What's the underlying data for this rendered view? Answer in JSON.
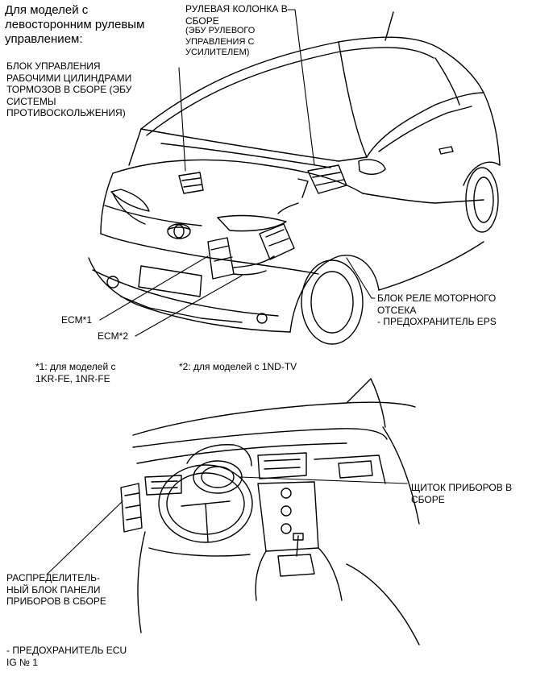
{
  "title": "Для моделей с\nлевосторонним рулевым\nуправлением:",
  "labels": {
    "steering_column": "РУЛЕВАЯ КОЛОНКА В\nСБОРЕ",
    "steering_column_sub": "(ЭБУ РУЛЕВОГО\nУПРАВЛЕНИЯ С\nУСИЛИТЕЛЕМ)",
    "brake_actuator": "БЛОК УПРАВЛЕНИЯ\nРАБОЧИМИ ЦИЛИНДРАМИ\nТОРМОЗОВ В СБОРЕ (ЭБУ\nСИСТЕМЫ\nПРОТИВОСКОЛЬЖЕНИЯ)",
    "engine_relay_block": "БЛОК РЕЛЕ МОТОРНОГО\nОТСЕКА\n- ПРЕДОХРАНИТЕЛЬ EPS",
    "ecm1": "ECM*1",
    "ecm2": "ECM*2",
    "footnote1": "*1: для моделей с\n1KR-FE, 1NR-FE",
    "footnote2": "*2: для моделей с 1ND-TV",
    "instrument_cluster": "ЩИТОК ПРИБОРОВ В\nСБОРЕ",
    "junction_block": "РАСПРЕДЕЛИТЕЛЬ-\nНЫЙ БЛОК ПАНЕЛИ\nПРИБОРОВ В СБОРЕ",
    "fuse_ecu": "- ПРЕДОХРАНИТЕЛЬ ECU\nIG № 1"
  }
}
